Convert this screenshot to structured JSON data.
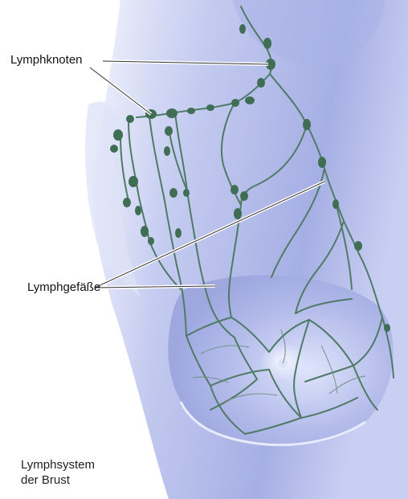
{
  "labels": {
    "lymph_nodes": "Lymphknoten",
    "lymph_vessels": "Lymphgefäße"
  },
  "caption": {
    "line1": "Lymphsystem",
    "line2": "der Brust"
  },
  "colors": {
    "vessel": "#4f7a66",
    "node": "#3f6e55",
    "skin": "#b9c2ee",
    "background": "#ffffff",
    "label_text": "#111111"
  }
}
